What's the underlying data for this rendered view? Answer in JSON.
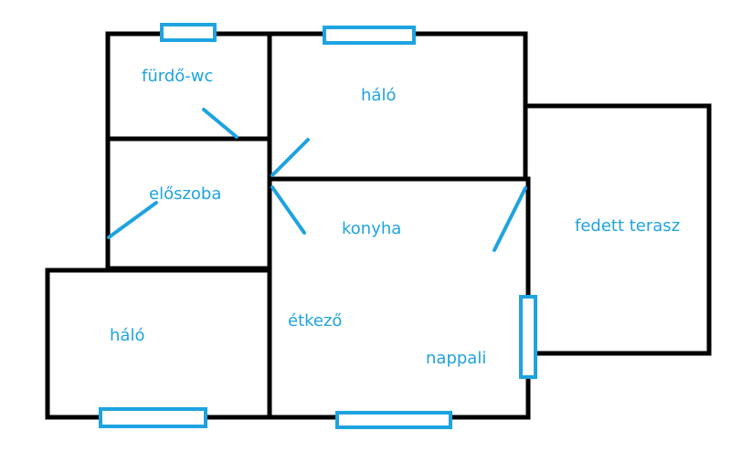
{
  "colors": {
    "walls": "#000000",
    "accent": "#1ea3e0",
    "background": "#ffffff"
  },
  "rooms": {
    "bathroom": "fürdő-wc",
    "bedroom_top": "háló",
    "hallway": "előszoba",
    "kitchen": "konyha",
    "covered_terrace": "fedett terasz",
    "bedroom_bottom": "háló",
    "dining": "étkező",
    "living_room": "nappali"
  }
}
